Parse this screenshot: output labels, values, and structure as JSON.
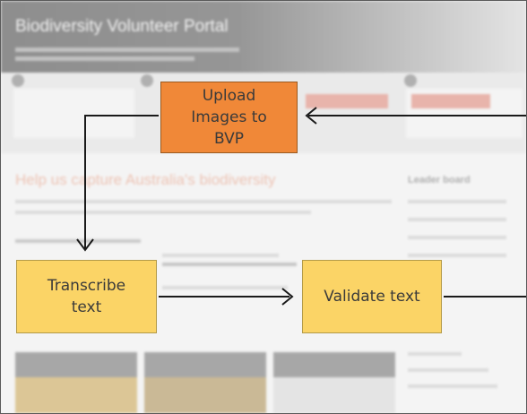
{
  "background": {
    "portal_title": "Biodiversity Volunteer Portal",
    "heading": "Help us capture Australia's biodiversity",
    "sidebar_title": "Leader board"
  },
  "diagram": {
    "nodes": [
      {
        "id": "upload",
        "label": "Upload\nImages to\nBVP",
        "fill": "#f08838"
      },
      {
        "id": "transcribe",
        "label": "Transcribe\ntext",
        "fill": "#fbd466"
      },
      {
        "id": "validate",
        "label": "Validate text",
        "fill": "#fbd466"
      }
    ],
    "edges": [
      {
        "from": "upload",
        "to": "transcribe"
      },
      {
        "from": "transcribe",
        "to": "validate"
      },
      {
        "from": "validate",
        "to": "upload"
      }
    ]
  }
}
